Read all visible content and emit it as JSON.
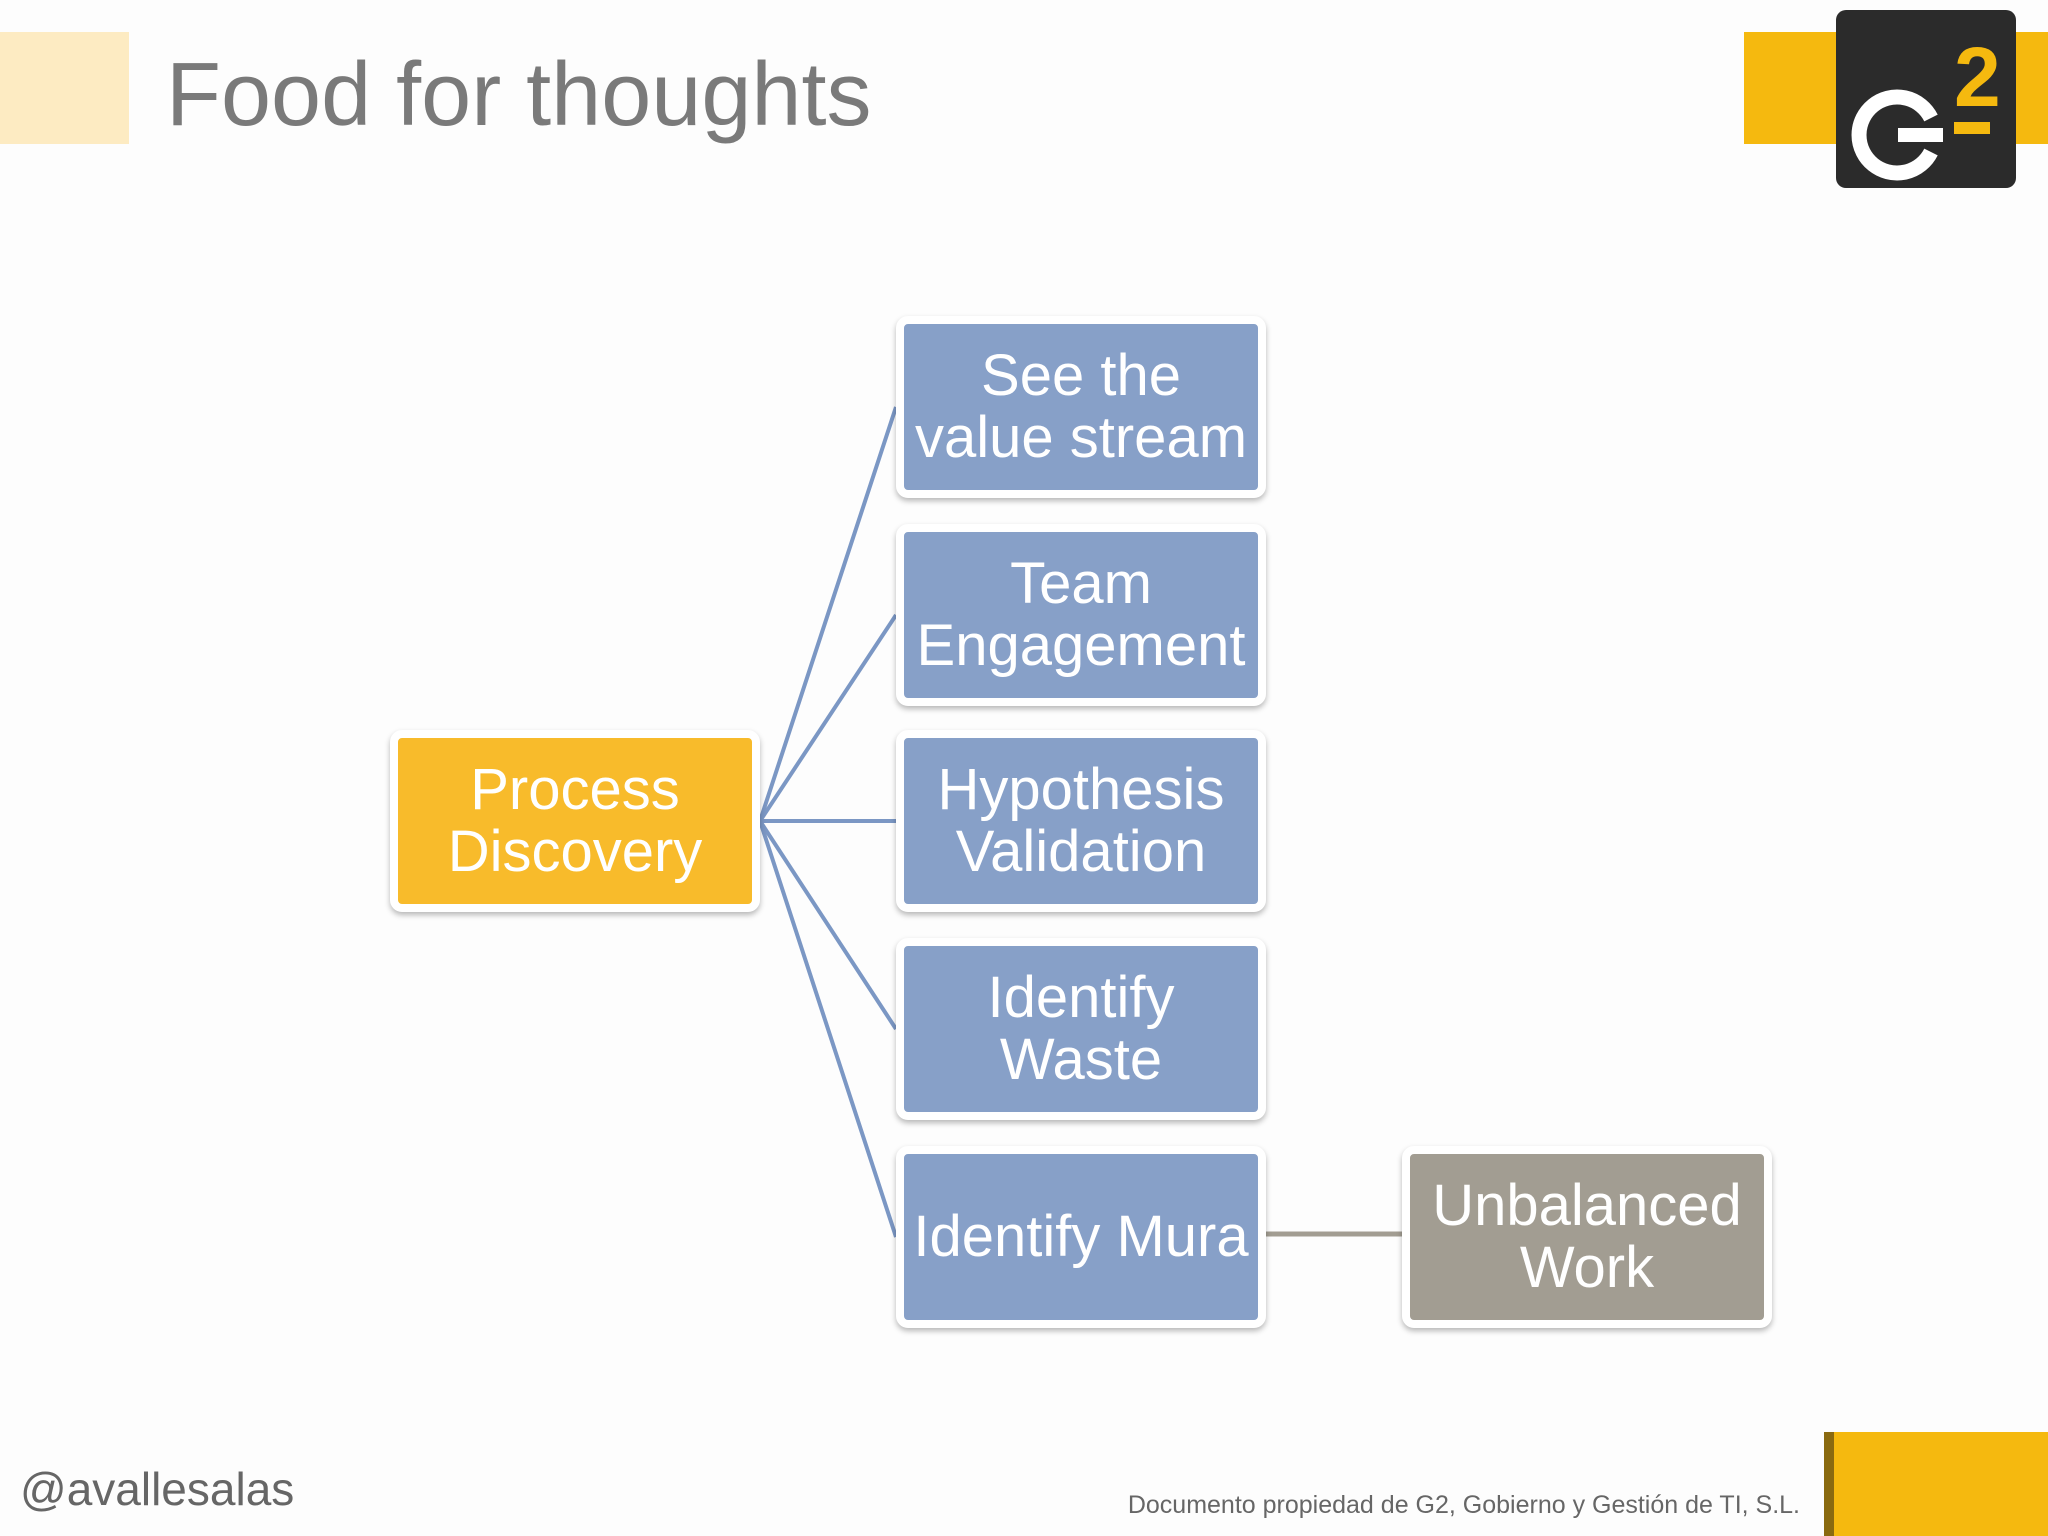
{
  "slide": {
    "title": "Food for thoughts",
    "handle": "@avallesalas",
    "footer_note": "Documento propiedad de G2, Gobierno y Gestión de TI, S.L.",
    "logo": {
      "letter": "G",
      "superscript": "2"
    }
  },
  "diagram": {
    "root": {
      "label": "Process\nDiscovery"
    },
    "children": [
      {
        "label": "See the\nvalue stream"
      },
      {
        "label": "Team\nEngagement"
      },
      {
        "label": "Hypothesis\nValidation"
      },
      {
        "label": "Identify\nWaste"
      },
      {
        "label": "Identify Mura"
      }
    ],
    "leaf": {
      "label": "Unbalanced\nWork"
    }
  },
  "colors": {
    "root_fill": "#f8bb2b",
    "child_fill": "#87a0c8",
    "leaf_fill": "#a29d92",
    "connector_blue": "#7b97c4",
    "connector_gray": "#a29d92",
    "accent_yellow": "#f5b90f",
    "title_accent": "#fdebc2"
  }
}
